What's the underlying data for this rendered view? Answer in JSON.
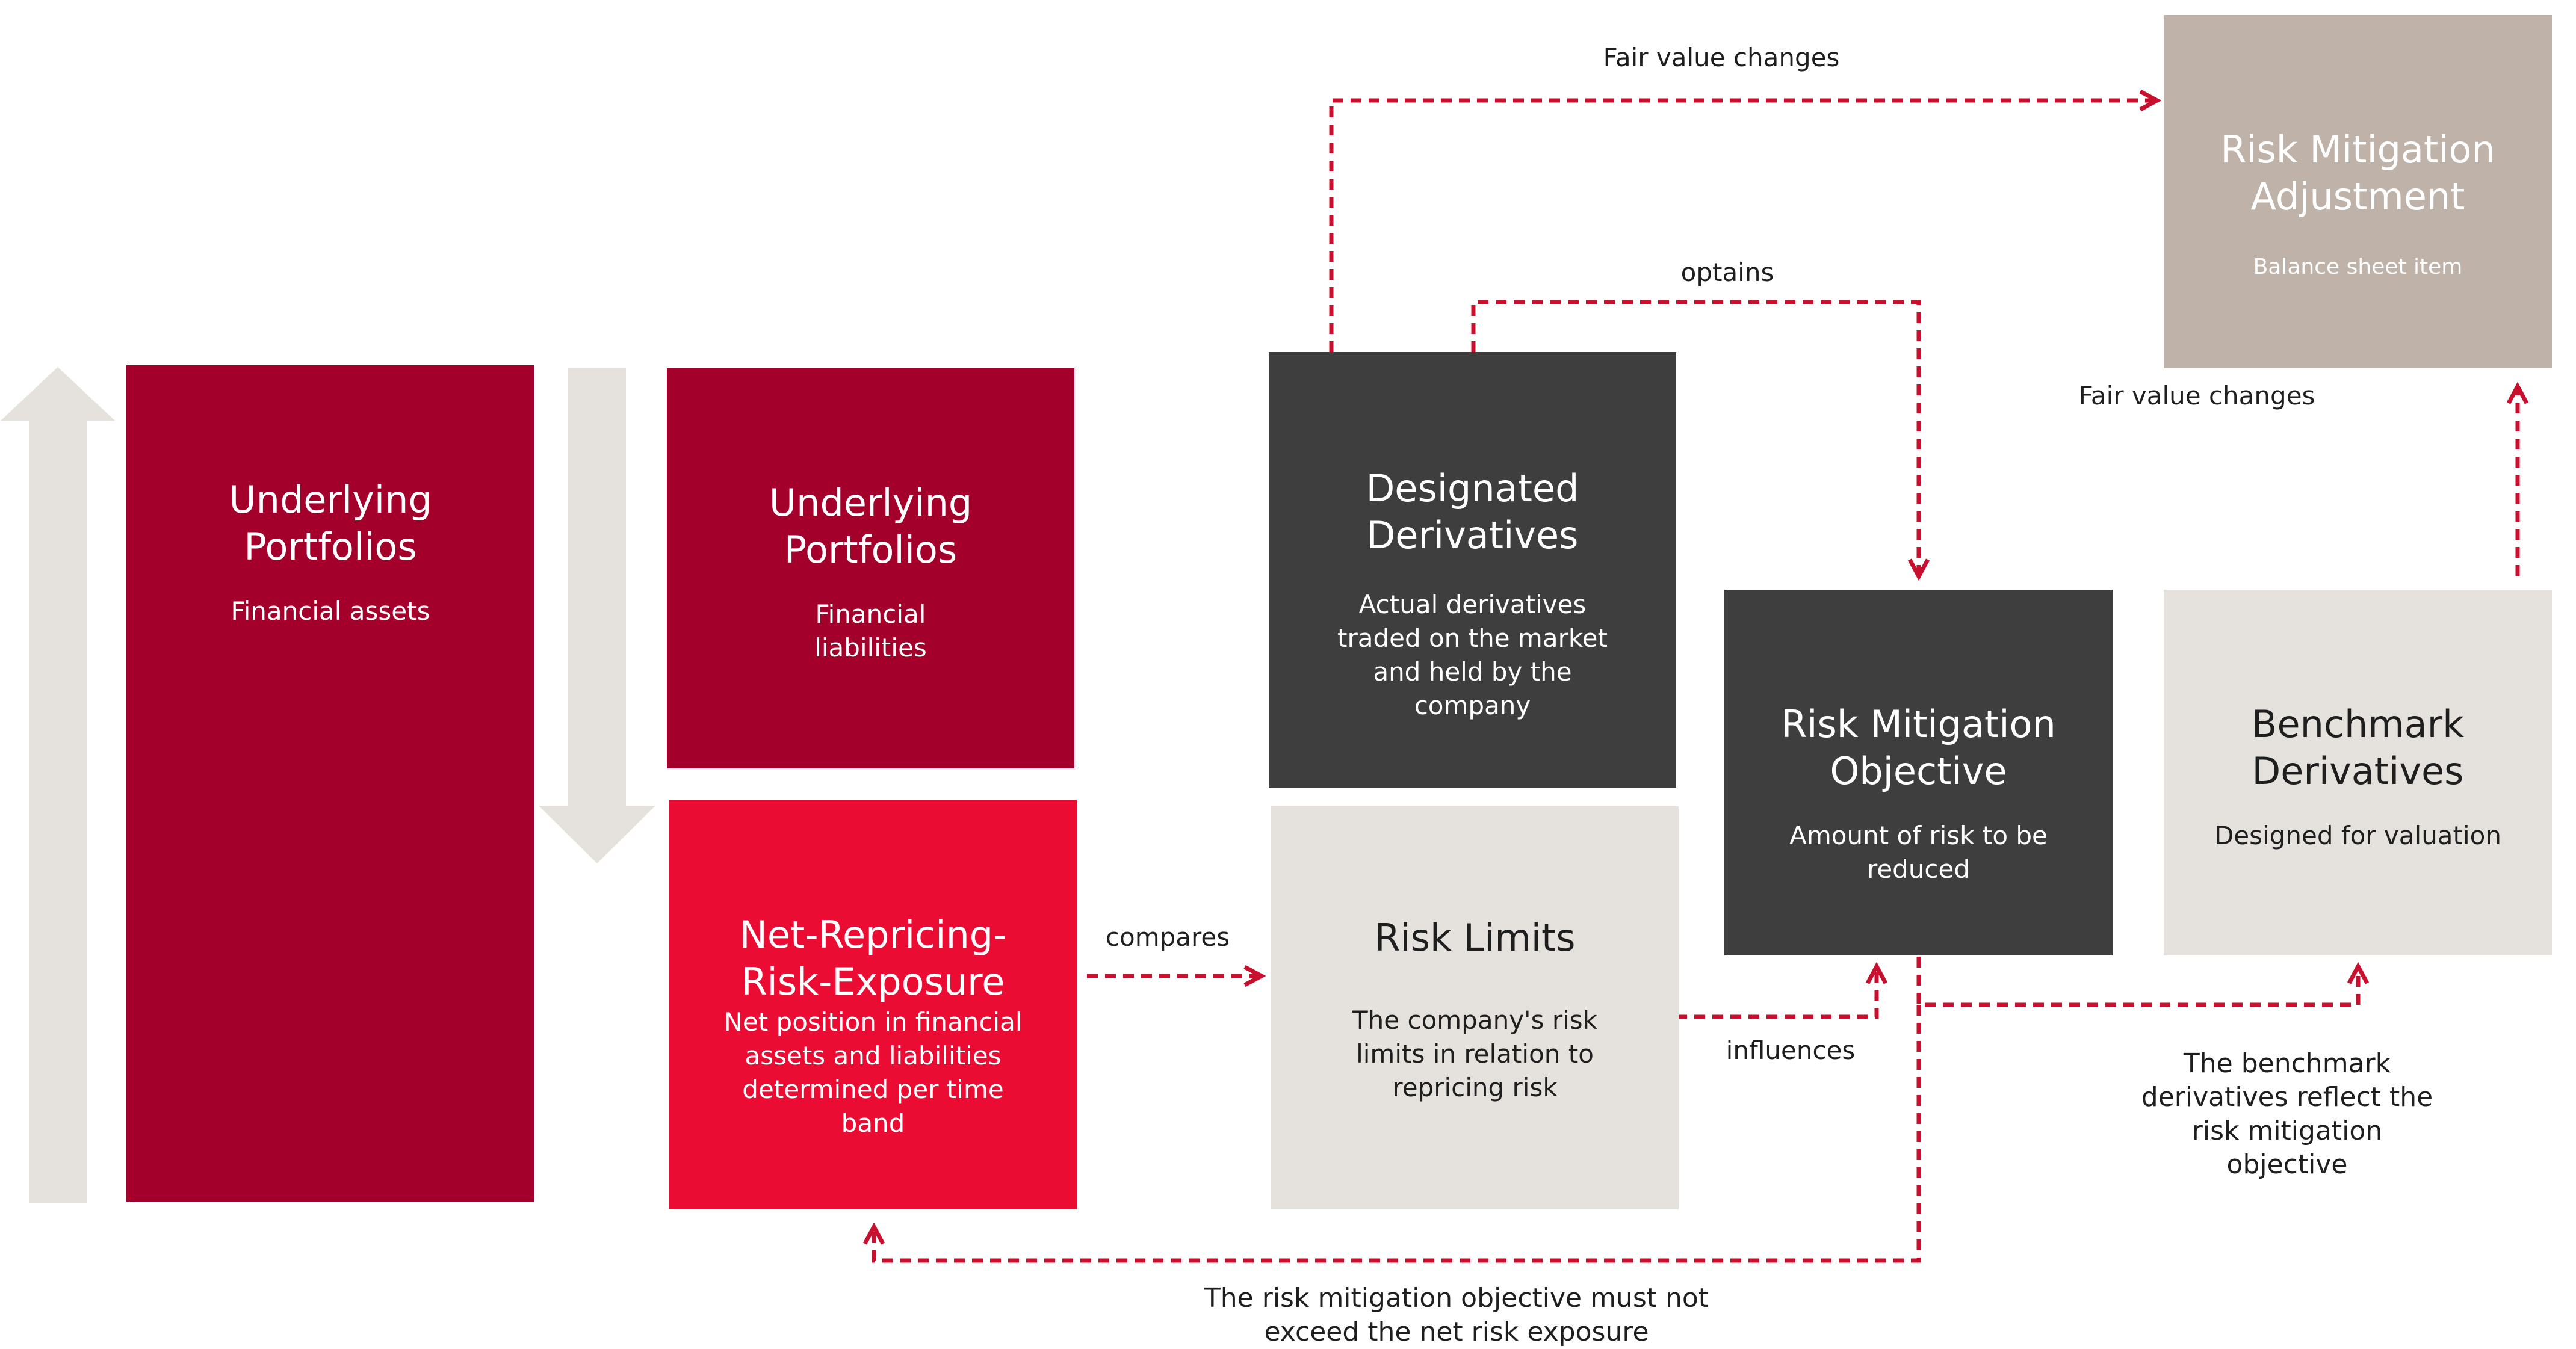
{
  "colors": {
    "dark_red": "#a3002b",
    "bright_red": "#eb0c34",
    "dark_grey": "#3e3e3e",
    "light_grey": "#e5e2dd",
    "taupe": "#bfb3a9",
    "connector": "#c8102e",
    "block_arrow": "#e5e2dd"
  },
  "boxes": {
    "assets": {
      "title": "Underlying\nPortfolios",
      "sub": "Financial assets"
    },
    "liabilities": {
      "title": "Underlying\nPortfolios",
      "sub": "Financial\nliabilities"
    },
    "exposure": {
      "title": "Net-Repricing-\nRisk-Exposure",
      "sub": "Net position in financial\nassets and liabilities\ndetermined per time\nband"
    },
    "designated": {
      "title": "Designated\nDerivatives",
      "sub": "Actual derivatives\ntraded on the market\nand held by the\ncompany"
    },
    "limits": {
      "title": "Risk Limits",
      "sub": "The company's risk\nlimits in relation to\nrepricing risk"
    },
    "objective": {
      "title": "Risk Mitigation\nObjective",
      "sub": "Amount of risk to be\nreduced"
    },
    "benchmark": {
      "title": "Benchmark\nDerivatives",
      "sub": "Designed for valuation"
    },
    "adjustment": {
      "title": "Risk Mitigation\nAdjustment",
      "sub": "Balance sheet item"
    }
  },
  "labels": {
    "fair_value_top": "Fair value changes",
    "optains": "optains",
    "fair_value_right": "Fair value changes",
    "compares": "compares",
    "influences": "influences",
    "benchmark_note": "The benchmark\nderivatives reflect the\nrisk mitigation\nobjective",
    "bottom_note": "The risk mitigation objective must not\nexceed the net risk exposure"
  }
}
